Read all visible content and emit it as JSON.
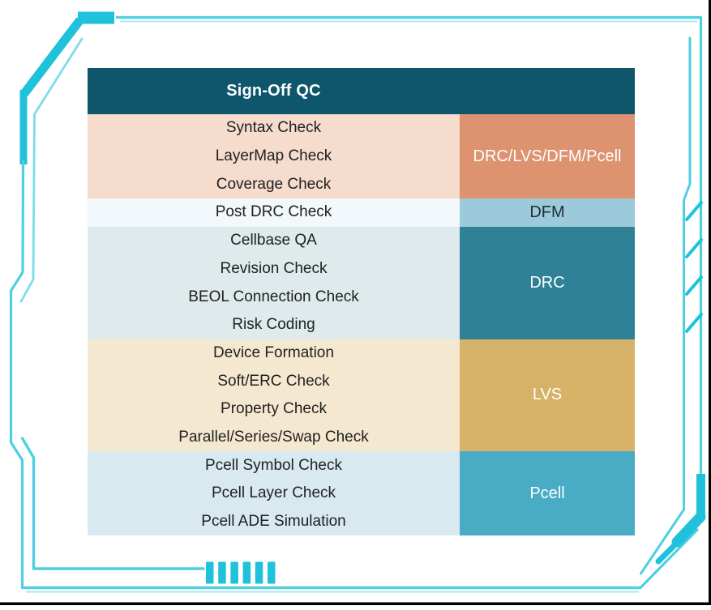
{
  "header": {
    "title": "Sign-Off QC",
    "bg_color": "#0e566c",
    "text_color": "#ffffff"
  },
  "table": {
    "item_text_color": "#212121",
    "groups": [
      {
        "label": "DRC/LVS/DFM/Pcell",
        "items": [
          "Syntax Check",
          "LayerMap Check",
          "Coverage Check"
        ],
        "left_bg": "#f5dccc",
        "right_bg": "#dd9270",
        "label_color": "#ffffff"
      },
      {
        "label": "DFM",
        "items": [
          "Post DRC Check"
        ],
        "left_bg": "#f2f8fb",
        "right_bg": "#9ccadb",
        "label_color": "#1f2e36"
      },
      {
        "label": "DRC",
        "items": [
          "Cellbase QA",
          "Revision Check",
          "BEOL Connection Check",
          "Risk Coding"
        ],
        "left_bg": "#dfeaec",
        "right_bg": "#2e8196",
        "label_color": "#ffffff"
      },
      {
        "label": "LVS",
        "items": [
          "Device Formation",
          "Soft/ERC Check",
          "Property Check",
          "Parallel/Series/Swap Check"
        ],
        "left_bg": "#f5e8d0",
        "right_bg": "#d6b368",
        "label_color": "#ffffff"
      },
      {
        "label": "Pcell",
        "items": [
          "Pcell Symbol Check",
          "Pcell Layer Check",
          "Pcell ADE Simulation"
        ],
        "left_bg": "#d8e9f0",
        "right_bg": "#49abc4",
        "label_color": "#ffffff"
      }
    ]
  },
  "frame": {
    "accent": "#1fc2da",
    "line": "#4ecfe2",
    "line_light": "#ade9f2",
    "inner_line": "#7edcea",
    "edge_border": "#000000",
    "bottom_dash_count": 6
  }
}
